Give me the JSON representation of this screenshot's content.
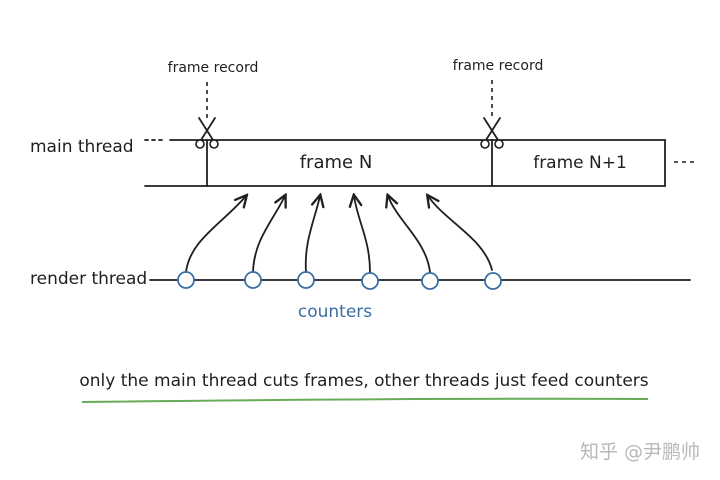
{
  "labels": {
    "main_thread": "main thread",
    "render_thread": "render thread",
    "frame_record_1": "frame record",
    "frame_record_2": "frame record",
    "frame_n": "frame N",
    "frame_n1": "frame N+1",
    "counters": "counters",
    "caption": "only the main thread cuts frames, other threads just feed counters",
    "watermark": "知乎 @尹鹏帅"
  },
  "icons": {
    "cut_marker": "scissors-icon",
    "counter_node": "circle-node",
    "feed_arrow": "curved-arrow"
  },
  "colors": {
    "ink": "#1f1f1f",
    "counter_blue": "#3a6ea5",
    "caption_underline": "#6aab5a",
    "watermark_gray": "#b8b8b8"
  }
}
